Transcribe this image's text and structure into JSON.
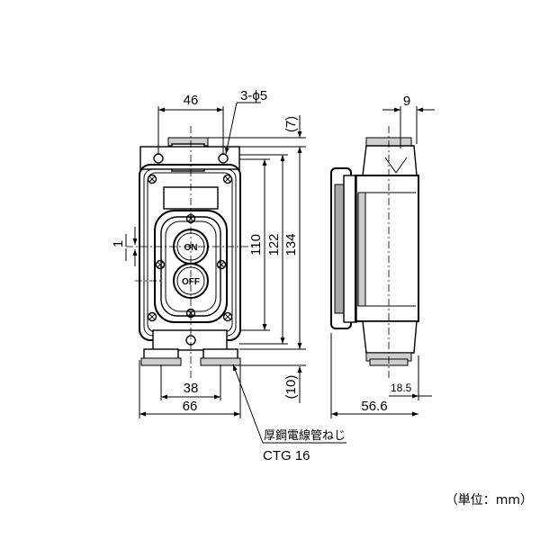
{
  "front_view": {
    "dim_top": "46",
    "dim_holes": "3-ϕ5",
    "dim_7": "(7)",
    "dim_1": "1",
    "dim_110": "110",
    "dim_122": "122",
    "dim_134": "134",
    "dim_38": "38",
    "dim_66": "66",
    "dim_10": "(10)",
    "button_on": "ON",
    "button_off": "OFF"
  },
  "side_view": {
    "dim_9": "9",
    "dim_18_5": "18.5",
    "dim_56_6": "56.6"
  },
  "callout": {
    "line1": "厚鋼電線管ねじ",
    "line2": "CTG 16"
  },
  "unit_label": "（単位：mm）"
}
